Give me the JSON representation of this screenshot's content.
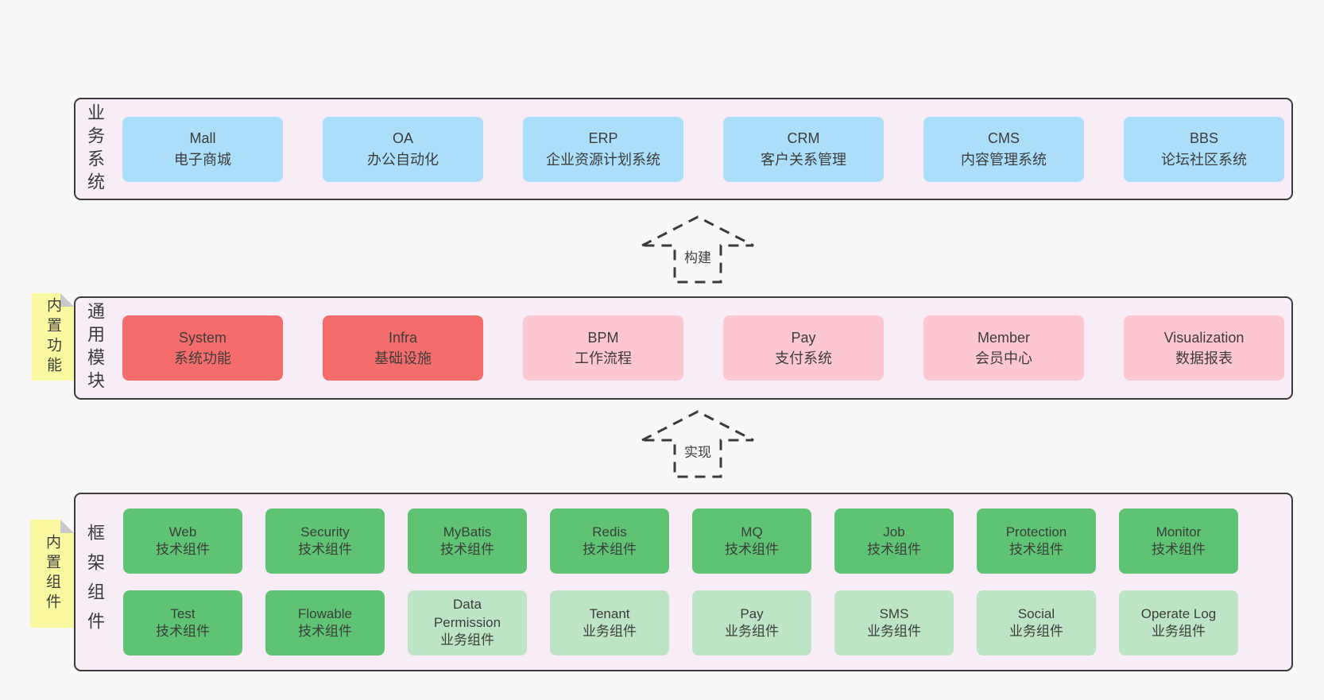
{
  "colors": {
    "page_bg": "#f8f8f8",
    "layer_bg": "#f8edf6",
    "layer_border": "#3b3b3b",
    "box_blue": "#abdef9",
    "box_red": "#f56c6c",
    "box_pink": "#fdc7d2",
    "box_green": "#5ec473",
    "box_lightgreen": "#bde5c5",
    "note_yellow": "#faf8a0",
    "note_fold_gray": "#c9c9c9",
    "text": "#3d3d3d"
  },
  "layers": [
    {
      "id": "business",
      "label": "业务系统",
      "boxes": [
        {
          "en": "Mall",
          "zh": "电子商城",
          "type": "blue"
        },
        {
          "en": "OA",
          "zh": "办公自动化",
          "type": "blue"
        },
        {
          "en": "ERP",
          "zh": "企业资源计划系统",
          "type": "blue"
        },
        {
          "en": "CRM",
          "zh": "客户关系管理",
          "type": "blue"
        },
        {
          "en": "CMS",
          "zh": "内容管理系统",
          "type": "blue"
        },
        {
          "en": "BBS",
          "zh": "论坛社区系统",
          "type": "blue"
        }
      ]
    },
    {
      "id": "modules",
      "label": "通用模块",
      "note": "内置功能",
      "boxes": [
        {
          "en": "System",
          "zh": "系统功能",
          "type": "red"
        },
        {
          "en": "Infra",
          "zh": "基础设施",
          "type": "red"
        },
        {
          "en": "BPM",
          "zh": "工作流程",
          "type": "pink"
        },
        {
          "en": "Pay",
          "zh": "支付系统",
          "type": "pink"
        },
        {
          "en": "Member",
          "zh": "会员中心",
          "type": "pink"
        },
        {
          "en": "Visualization",
          "zh": "数据报表",
          "type": "pink"
        }
      ]
    },
    {
      "id": "components",
      "label": "框架组件",
      "note": "内置组件",
      "rows": [
        [
          {
            "en": "Web",
            "zh": "技术组件",
            "type": "green"
          },
          {
            "en": "Security",
            "zh": "技术组件",
            "type": "green"
          },
          {
            "en": "MyBatis",
            "zh": "技术组件",
            "type": "green"
          },
          {
            "en": "Redis",
            "zh": "技术组件",
            "type": "green"
          },
          {
            "en": "MQ",
            "zh": "技术组件",
            "type": "green"
          },
          {
            "en": "Job",
            "zh": "技术组件",
            "type": "green"
          },
          {
            "en": "Protection",
            "zh": "技术组件",
            "type": "green"
          },
          {
            "en": "Monitor",
            "zh": "技术组件",
            "type": "green"
          }
        ],
        [
          {
            "en": "Test",
            "zh": "技术组件",
            "type": "green"
          },
          {
            "en": "Flowable",
            "zh": "技术组件",
            "type": "green"
          },
          {
            "en": "Data Permission",
            "zh": "业务组件",
            "type": "lightgreen"
          },
          {
            "en": "Tenant",
            "zh": "业务组件",
            "type": "lightgreen"
          },
          {
            "en": "Pay",
            "zh": "业务组件",
            "type": "lightgreen"
          },
          {
            "en": "SMS",
            "zh": "业务组件",
            "type": "lightgreen"
          },
          {
            "en": "Social",
            "zh": "业务组件",
            "type": "lightgreen"
          },
          {
            "en": "Operate Log",
            "zh": "业务组件",
            "type": "lightgreen"
          }
        ]
      ]
    }
  ],
  "arrows": [
    {
      "label": "构建"
    },
    {
      "label": "实现"
    }
  ]
}
